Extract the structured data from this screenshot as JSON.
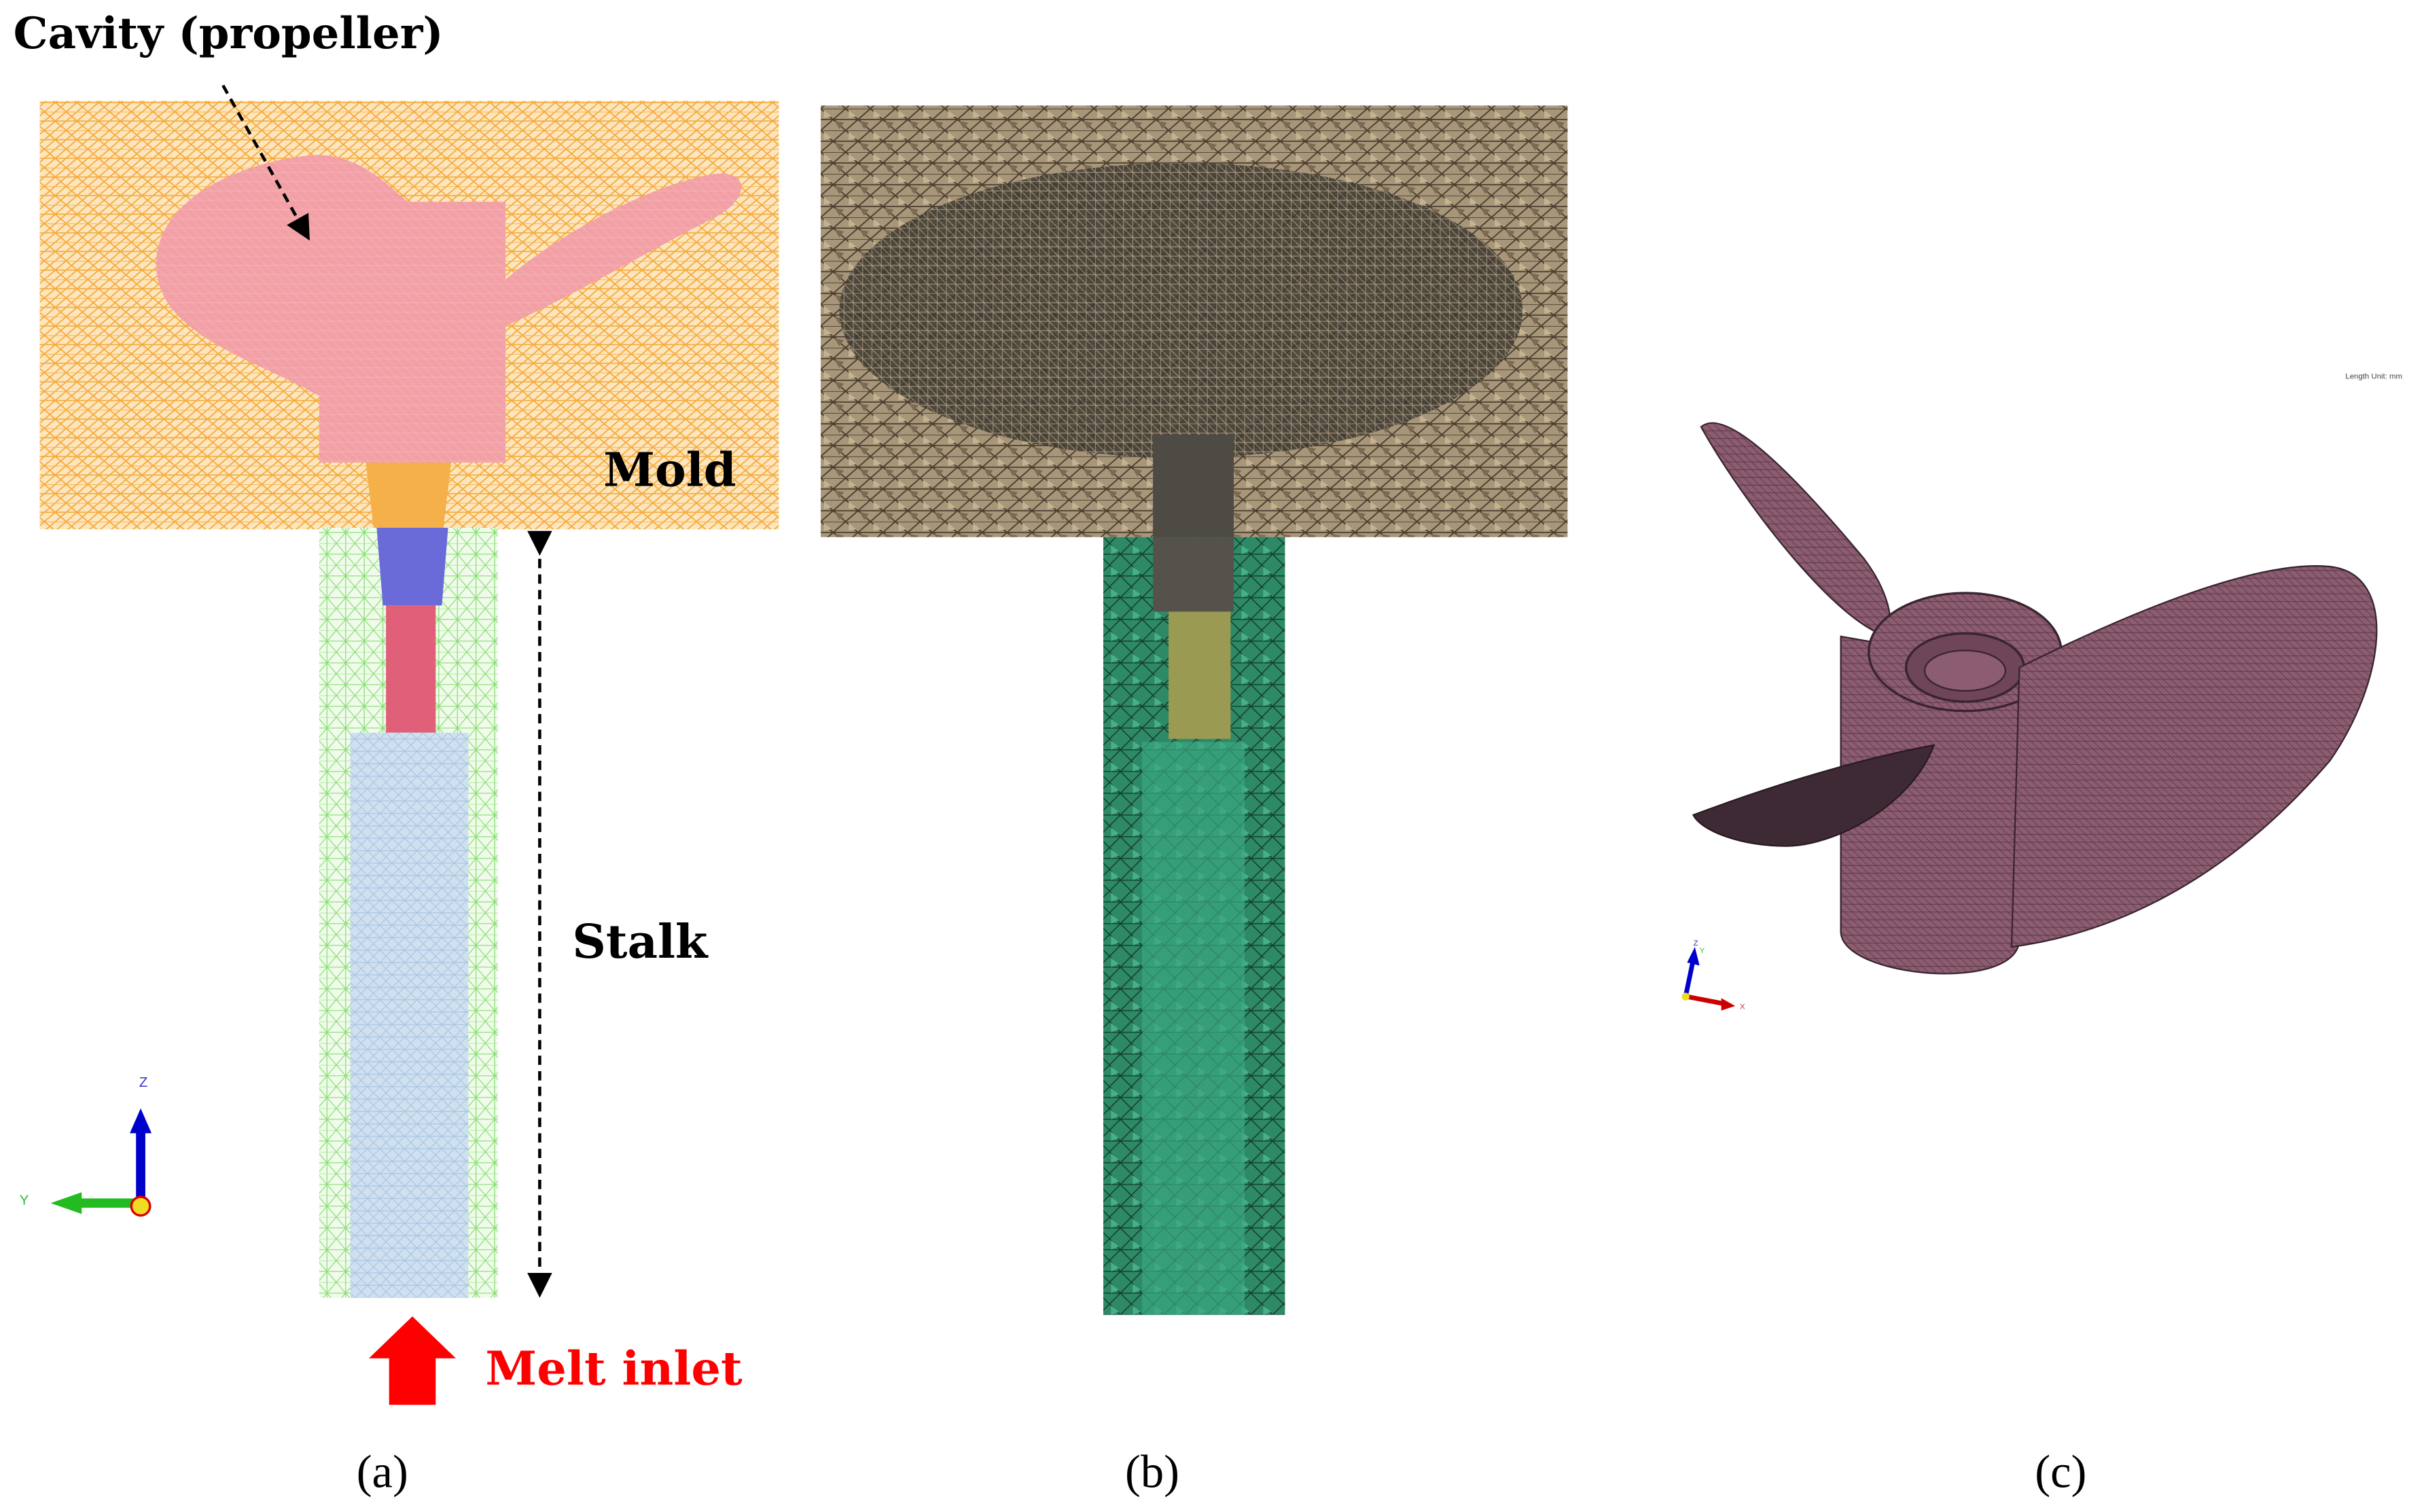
{
  "panel_a": {
    "cavity_label": "Cavity (propeller)",
    "mold_label": "Mold",
    "stalk_label": "Stalk",
    "inlet_label": "Melt inlet",
    "caption": "(a)",
    "axis": {
      "z": "Z",
      "y": "Y"
    }
  },
  "panel_b": {
    "caption": "(b)"
  },
  "panel_c": {
    "caption": "(c)",
    "length_unit": "Length Unit: mm",
    "axis": {
      "z": "Z",
      "y": "Y",
      "x": "X"
    }
  },
  "colors": {
    "mold_mesh": "#f5b04a",
    "cavity": "#f2a0a6",
    "stalk_mesh": "#8ee07a",
    "filter": "#6a6ad8",
    "riser": "#e0607a",
    "melt": "#b8d4ec",
    "inlet": "#ff0000",
    "mesh_b_mold": "#8c7a60",
    "mesh_b_stalk": "#2e8a66",
    "propeller": "#8a5a6e"
  }
}
